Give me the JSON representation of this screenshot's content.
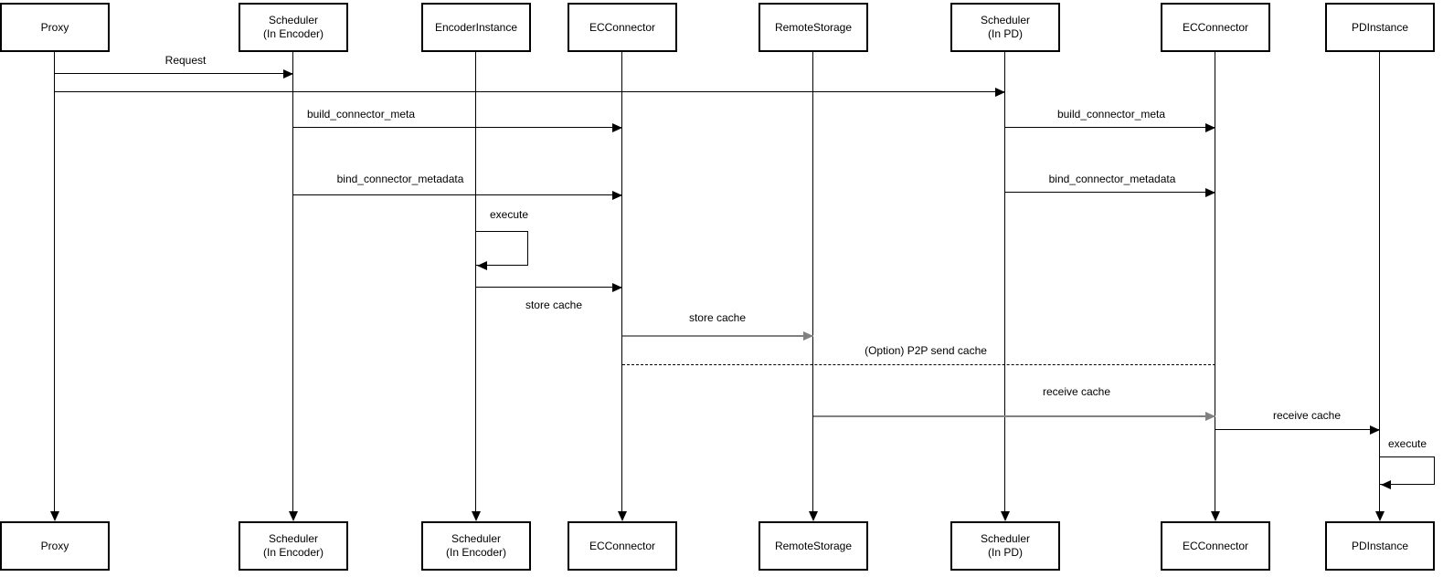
{
  "colors": {
    "line": "#000000",
    "muted_line": "#808080",
    "background": "#ffffff"
  },
  "participants": [
    {
      "id": "proxy",
      "top": "Proxy",
      "bottom": "Proxy"
    },
    {
      "id": "scheduler-encoder",
      "top": "Scheduler\n(In Encoder)",
      "bottom": "Scheduler\n(In Encoder)"
    },
    {
      "id": "encoder-instance",
      "top": "EncoderInstance",
      "bottom": "Scheduler\n(In Encoder)"
    },
    {
      "id": "ec-connector-enc",
      "top": "ECConnector",
      "bottom": "ECConnector"
    },
    {
      "id": "remote-storage",
      "top": "RemoteStorage",
      "bottom": "RemoteStorage"
    },
    {
      "id": "scheduler-pd",
      "top": "Scheduler\n(In PD)",
      "bottom": "Scheduler\n(In PD)"
    },
    {
      "id": "ec-connector-pd",
      "top": "ECConnector",
      "bottom": "ECConnector"
    },
    {
      "id": "pd-instance",
      "top": "PDInstance",
      "bottom": "PDInstance"
    }
  ],
  "messages": {
    "request": "Request",
    "build_left": "build_connector_meta",
    "bind_left": "bind_connector_metadata",
    "execute_encoder": "execute",
    "store_cache_encoder": "store cache",
    "store_cache_remote": "store cache",
    "p2p_send": "(Option) P2P send cache",
    "receive_cache_remote": "receive cache",
    "build_right": "build_connector_meta",
    "bind_right": "bind_connector_metadata",
    "receive_cache_pd": "receive cache",
    "execute_pd": "execute"
  }
}
